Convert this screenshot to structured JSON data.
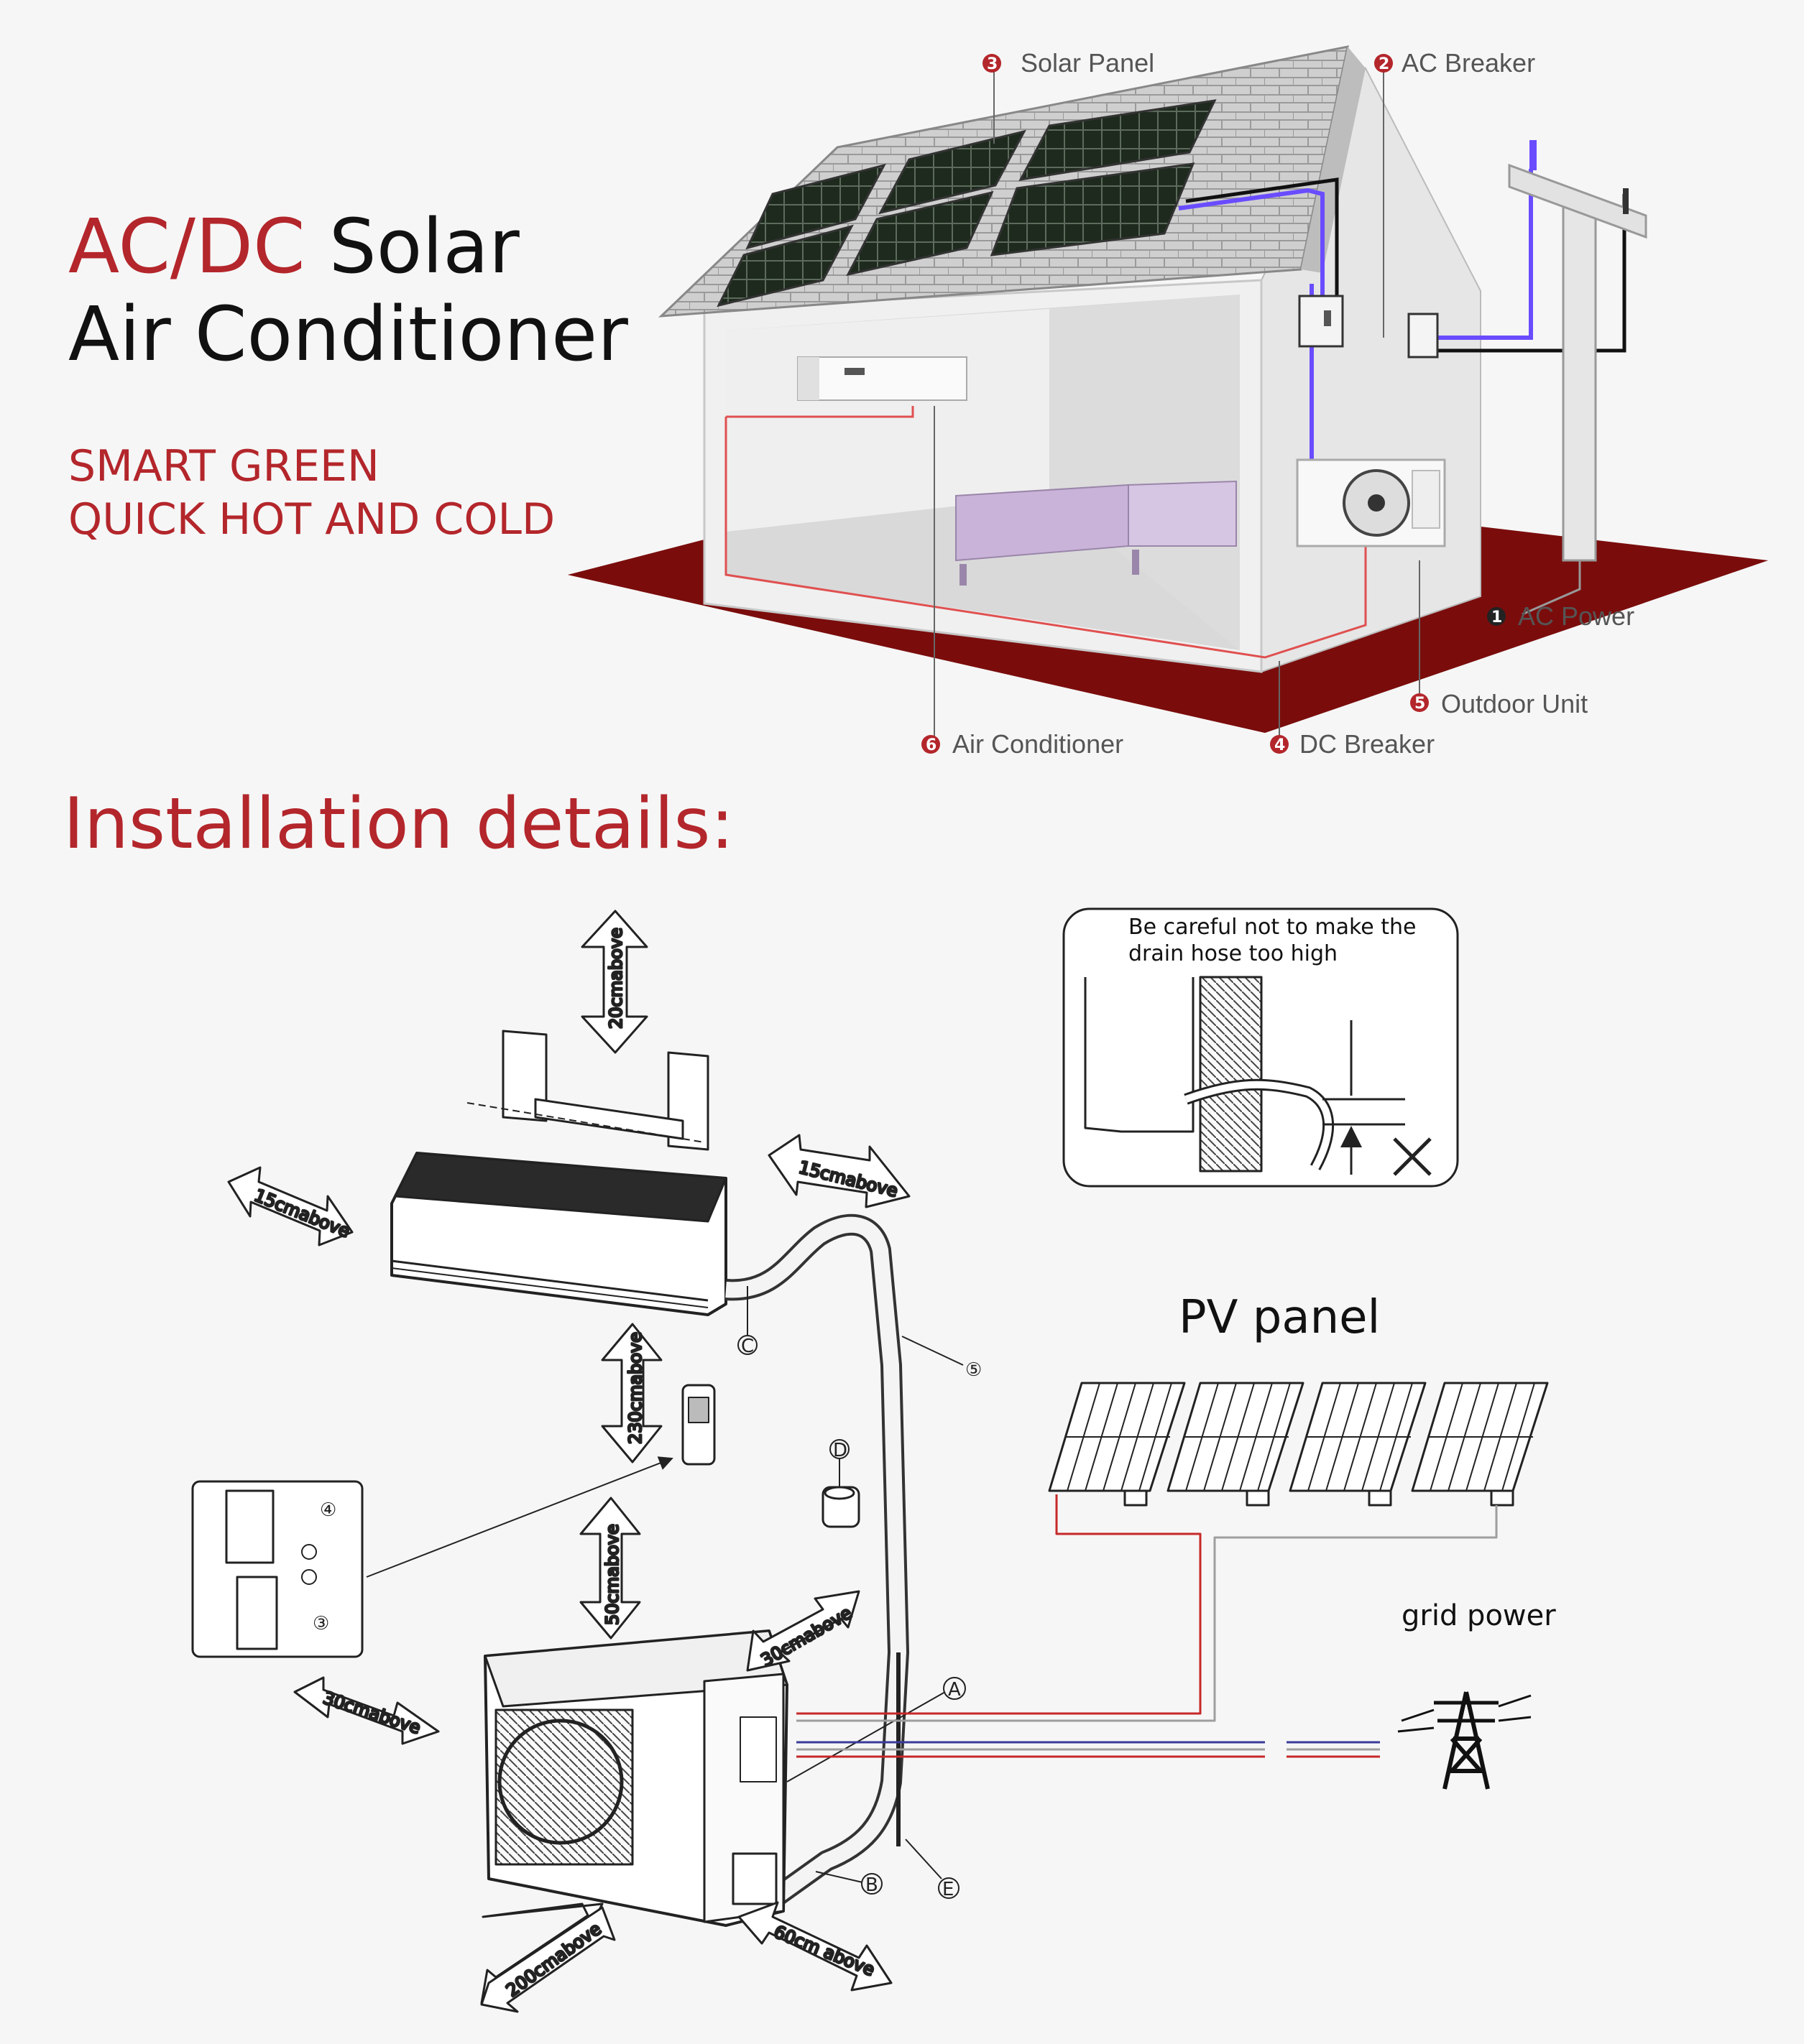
{
  "header": {
    "title_red": "AC/DC",
    "title_rest": "Solar",
    "title_line2": "Air Conditioner",
    "tagline_1": "SMART GREEN",
    "tagline_2": "QUICK HOT AND COLD"
  },
  "house_labels": {
    "solar_panel": {
      "num": "3",
      "text": "Solar Panel"
    },
    "ac_breaker": {
      "num": "2",
      "text": "AC Breaker"
    },
    "ac_power": {
      "num": "1",
      "text": "AC Power"
    },
    "outdoor_unit": {
      "num": "5",
      "text": "Outdoor Unit"
    },
    "air_conditioner": {
      "num": "6",
      "text": "Air Conditioner"
    },
    "dc_breaker": {
      "num": "4",
      "text": "DC Breaker"
    }
  },
  "section_title": "Installation details:",
  "install": {
    "clearances": {
      "top": "20cmabove",
      "left_indoor": "15cmabove",
      "right_indoor": "15cmabove",
      "below_indoor": "230cmabove",
      "above_outdoor": "50cmabove",
      "outdoor_right_top": "30cmabove",
      "outdoor_left": "30cmabove",
      "outdoor_front": "200cmabove",
      "outdoor_right": "60cm above"
    },
    "callouts": {
      "c": "C",
      "five": "⑤",
      "d": "D",
      "a": "A",
      "b": "B",
      "e": "E",
      "four": "④",
      "three": "③"
    },
    "drain_note_1": "Be careful not to make the",
    "drain_note_2": "drain hose too high",
    "pv_title": "PV panel",
    "grid_title": "grid power"
  },
  "colors": {
    "accent_red": "#b3262b",
    "floor_red": "#7a0d0c",
    "wire_purple": "#6a4cff"
  }
}
